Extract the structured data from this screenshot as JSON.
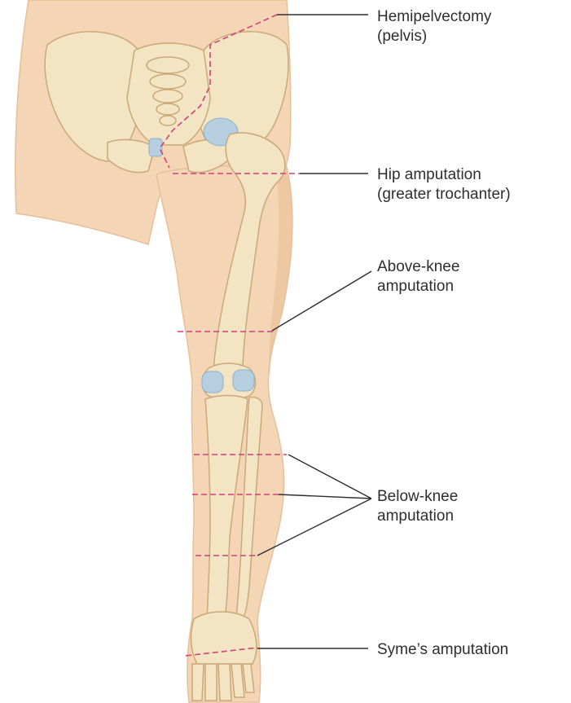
{
  "colors": {
    "skin": "#f4d5b5",
    "skin_shadow": "#e7bf98",
    "bone": "#f3e4c4",
    "bone_outline": "#c9a978",
    "cartilage": "#b5cfe0",
    "cut_line": "#d0407a",
    "leader_line": "#2e2e2e",
    "label_text": "#2e2e2e"
  },
  "labels": [
    {
      "id": "hemipelvectomy",
      "lines": [
        "Hemipelvectomy",
        "(pelvis)"
      ]
    },
    {
      "id": "hip",
      "lines": [
        "Hip amputation",
        "(greater trochanter)"
      ]
    },
    {
      "id": "above-knee",
      "lines": [
        "Above-knee",
        "amputation"
      ]
    },
    {
      "id": "below-knee",
      "lines": [
        "Below-knee",
        "amputation"
      ]
    },
    {
      "id": "symes",
      "lines": [
        "Syme’s amputation"
      ]
    }
  ]
}
